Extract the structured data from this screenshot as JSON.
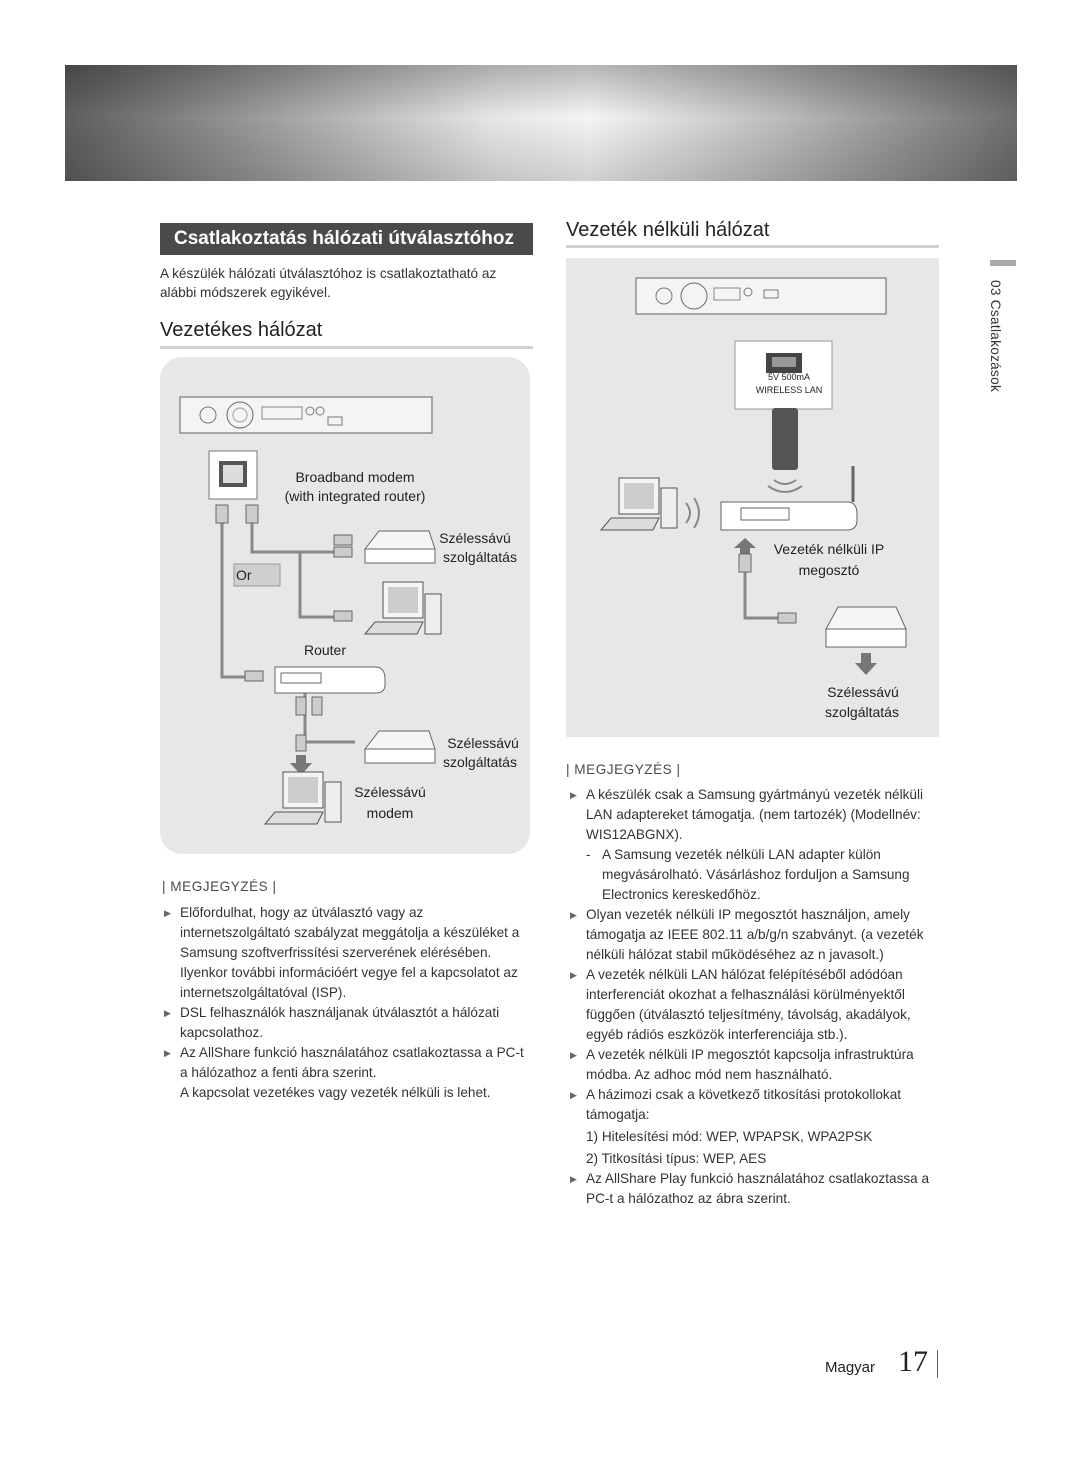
{
  "left": {
    "section_title": "Csatlakoztatás hálózati útválasztóhoz",
    "intro": "A készülék hálózati útválasztóhoz is csatlakoztatható az alábbi módszerek egyikével.",
    "wired_heading": "Vezetékes hálózat",
    "diagram": {
      "broadband_modem": "Broadband modem",
      "with_router": "(with integrated router)",
      "service1_a": "Szélessávú",
      "service1_b": "szolgáltatás",
      "or_label": "Or",
      "router_label": "Router",
      "service2_a": "Szélessávú",
      "service2_b": "szolgáltatás",
      "modem_a": "Szélessávú",
      "modem_b": "modem"
    },
    "note_title": "| MEGJEGYZÉS |",
    "notes": [
      "Előfordulhat, hogy az útválasztó vagy az internetszolgáltató szabályzat meggátolja a készüléket a Samsung szoftverfrissítési szerverének elérésében. Ilyenkor további információért vegye fel a kapcsolatot az internetszolgáltatóval (ISP).",
      "DSL felhasználók használjanak útválasztót a hálózati kapcsolathoz.",
      "Az AllShare funkció használatához csatlakoztassa a PC-t a hálózathoz a fenti ábra szerint."
    ],
    "note_extra": "A kapcsolat vezetékes vagy vezeték nélküli is lehet."
  },
  "right": {
    "wireless_heading": "Vezeték nélküli hálózat",
    "diagram": {
      "port_power": "5V 500mA",
      "port_label": "WIRELESS LAN",
      "ip_sharer_a": "Vezeték nélküli IP",
      "ip_sharer_b": "megosztó",
      "service_a": "Szélessávú",
      "service_b": "szolgáltatás"
    },
    "note_title": "| MEGJEGYZÉS |",
    "note1": "A készülék csak a Samsung gyártmányú vezeték nélküli LAN adaptereket támogatja. (nem tartozék) (Modellnév: WIS12ABGNX).",
    "note1_dash": "A Samsung vezeték nélküli LAN adapter külön megvásárolható. Vásárláshoz forduljon a Samsung Electronics kereskedőhöz.",
    "note2": "Olyan vezeték nélküli IP megosztót használjon, amely támogatja az IEEE 802.11 a/b/g/n szabványt. (a vezeték nélküli hálózat stabil működéséhez az n javasolt.)",
    "note3": "A vezeték nélküli LAN hálózat felépítéséből adódóan interferenciát okozhat a felhasználási körülményektől függően (útválasztó teljesítmény, távolság, akadályok, egyéb rádiós eszközök interferenciája stb.).",
    "note4": "A vezeték nélküli IP megosztót kapcsolja infrastruktúra módba. Az adhoc mód nem használható.",
    "note5": "A házimozi csak a következő titkosítási protokollokat támogatja:",
    "note5_sub1": "1) Hitelesítési mód: WEP, WPAPSK, WPA2PSK",
    "note5_sub2": "2) Titkosítási típus: WEP, AES",
    "note6": "Az AllShare Play funkció használatához csatlakoztassa a PC-t a hálózathoz az ábra szerint."
  },
  "sidebar": {
    "chapter": "03   Csatlakozások"
  },
  "footer": {
    "language": "Magyar",
    "page": "17"
  }
}
